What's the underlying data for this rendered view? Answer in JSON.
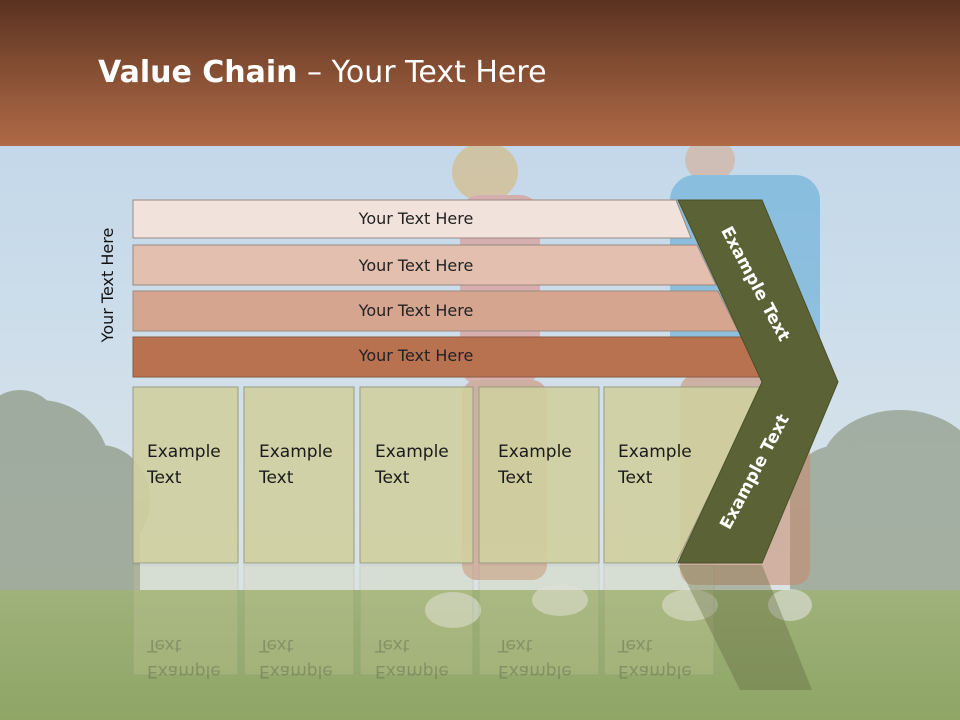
{
  "slide": {
    "title_bold": "Value Chain",
    "title_rest": " – Your Text Here",
    "vertical_label": "Your Text Here"
  },
  "rows": [
    {
      "label": "Your Text Here",
      "color": "#f1e3dc"
    },
    {
      "label": "Your Text Here",
      "color": "#e2bfae"
    },
    {
      "label": "Your Text Here",
      "color": "#d6a58f"
    },
    {
      "label": "Your Text Here",
      "color": "#b97250"
    }
  ],
  "cells": [
    {
      "line1": "Example",
      "line2": "Text"
    },
    {
      "line1": "Example",
      "line2": "Text"
    },
    {
      "line1": "Example",
      "line2": "Text"
    },
    {
      "line1": "Example",
      "line2": "Text"
    },
    {
      "line1": "Example",
      "line2": "Text"
    }
  ],
  "chevron": {
    "top_label": "Example Text",
    "bottom_label": "Example Text",
    "color": "#5b6236"
  },
  "colors": {
    "header": "#8a5236",
    "cell_fill": "#cfcf9f",
    "sky": "#c9dcec",
    "grass": "#7f9c54"
  }
}
